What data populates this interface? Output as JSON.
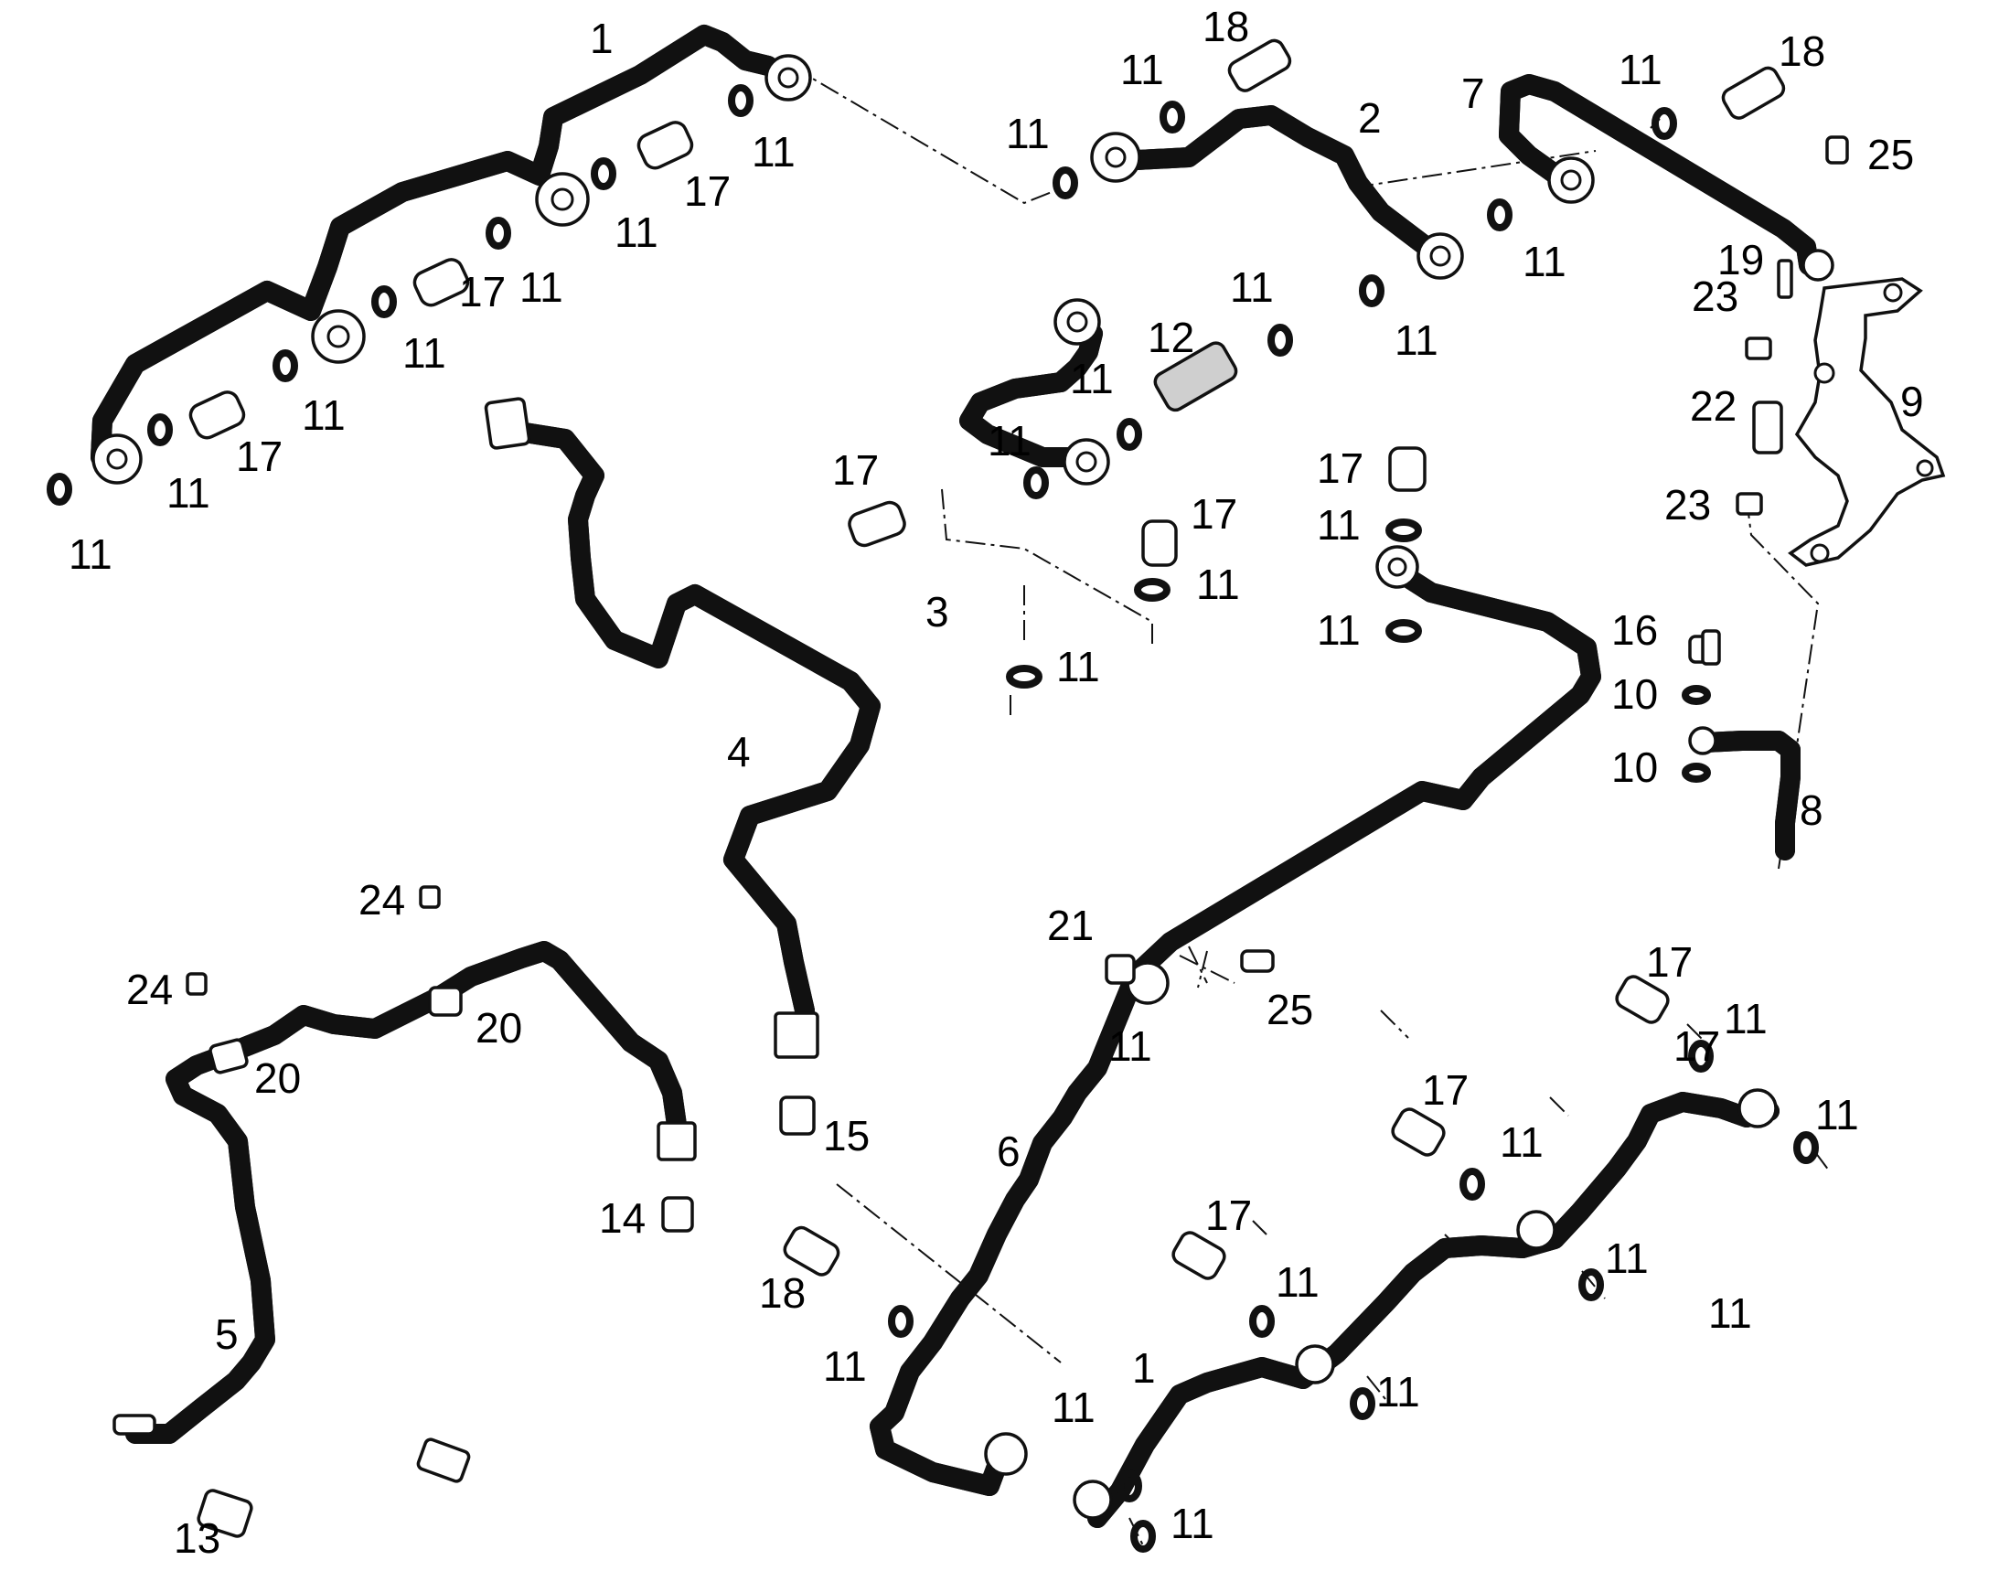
{
  "diagram": {
    "labels": [
      {
        "id": "l1a",
        "text": "1"
      },
      {
        "id": "l1b",
        "text": "1"
      },
      {
        "id": "l2",
        "text": "2"
      },
      {
        "id": "l3",
        "text": "3"
      },
      {
        "id": "l4",
        "text": "4"
      },
      {
        "id": "l5",
        "text": "5"
      },
      {
        "id": "l6",
        "text": "6"
      },
      {
        "id": "l7",
        "text": "7"
      },
      {
        "id": "l8",
        "text": "8"
      },
      {
        "id": "l9",
        "text": "9"
      },
      {
        "id": "l10a",
        "text": "10"
      },
      {
        "id": "l10b",
        "text": "10"
      },
      {
        "id": "l11_01",
        "text": "11"
      },
      {
        "id": "l11_02",
        "text": "11"
      },
      {
        "id": "l11_03",
        "text": "11"
      },
      {
        "id": "l11_04",
        "text": "11"
      },
      {
        "id": "l11_05",
        "text": "11"
      },
      {
        "id": "l11_06",
        "text": "11"
      },
      {
        "id": "l11_07",
        "text": "11"
      },
      {
        "id": "l11_08",
        "text": "11"
      },
      {
        "id": "l11_09",
        "text": "11"
      },
      {
        "id": "l11_10",
        "text": "11"
      },
      {
        "id": "l11_11",
        "text": "11"
      },
      {
        "id": "l11_12",
        "text": "11"
      },
      {
        "id": "l11_13",
        "text": "11"
      },
      {
        "id": "l11_14",
        "text": "11"
      },
      {
        "id": "l11_15",
        "text": "11"
      },
      {
        "id": "l11_16",
        "text": "11"
      },
      {
        "id": "l11_17",
        "text": "11"
      },
      {
        "id": "l11_18",
        "text": "11"
      },
      {
        "id": "l11_19",
        "text": "11"
      },
      {
        "id": "l11_20",
        "text": "11"
      },
      {
        "id": "l11_21",
        "text": "11"
      },
      {
        "id": "l11_22",
        "text": "11"
      },
      {
        "id": "l11_23",
        "text": "11"
      },
      {
        "id": "l11_24",
        "text": "11"
      },
      {
        "id": "l11_25",
        "text": "11"
      },
      {
        "id": "l11_26",
        "text": "11"
      },
      {
        "id": "l11_27",
        "text": "11"
      },
      {
        "id": "l11_28",
        "text": "11"
      },
      {
        "id": "l11_29",
        "text": "11"
      },
      {
        "id": "l11_30",
        "text": "11"
      },
      {
        "id": "l12",
        "text": "12"
      },
      {
        "id": "l13",
        "text": "13"
      },
      {
        "id": "l14",
        "text": "14"
      },
      {
        "id": "l15",
        "text": "15"
      },
      {
        "id": "l16",
        "text": "16"
      },
      {
        "id": "l17_01",
        "text": "17"
      },
      {
        "id": "l17_02",
        "text": "17"
      },
      {
        "id": "l17_03",
        "text": "17"
      },
      {
        "id": "l17_04",
        "text": "17"
      },
      {
        "id": "l17_05",
        "text": "17"
      },
      {
        "id": "l17_06",
        "text": "17"
      },
      {
        "id": "l17_07",
        "text": "17"
      },
      {
        "id": "l17_08",
        "text": "17"
      },
      {
        "id": "l17_09",
        "text": "17"
      },
      {
        "id": "l17_10",
        "text": "17"
      },
      {
        "id": "l18a",
        "text": "18"
      },
      {
        "id": "l18b",
        "text": "18"
      },
      {
        "id": "l18c",
        "text": "18"
      },
      {
        "id": "l19",
        "text": "19"
      },
      {
        "id": "l20a",
        "text": "20"
      },
      {
        "id": "l20b",
        "text": "20"
      },
      {
        "id": "l21",
        "text": "21"
      },
      {
        "id": "l22",
        "text": "22"
      },
      {
        "id": "l23a",
        "text": "23"
      },
      {
        "id": "l23b",
        "text": "23"
      },
      {
        "id": "l24a",
        "text": "24"
      },
      {
        "id": "l24b",
        "text": "24"
      },
      {
        "id": "l25a",
        "text": "25"
      },
      {
        "id": "l25b",
        "text": "25"
      }
    ]
  }
}
